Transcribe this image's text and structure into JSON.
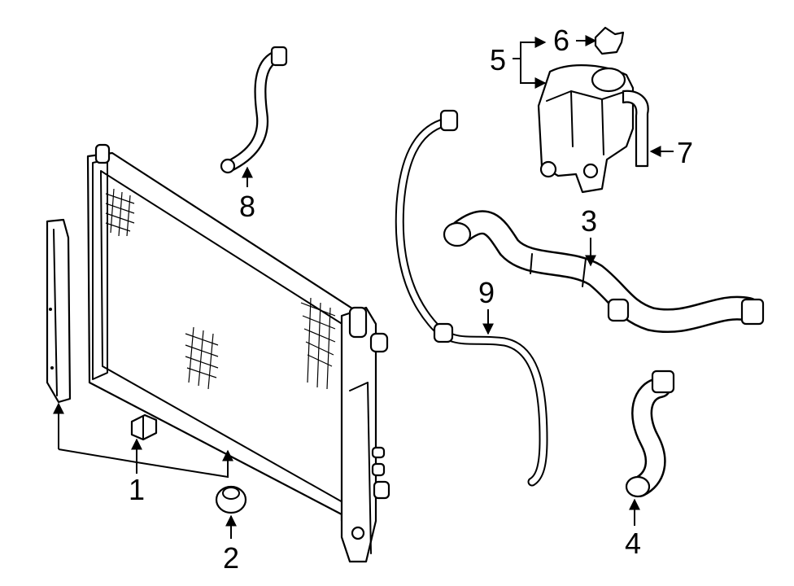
{
  "diagram": {
    "callouts": [
      {
        "id": "1",
        "label": "1"
      },
      {
        "id": "2",
        "label": "2"
      },
      {
        "id": "3",
        "label": "3"
      },
      {
        "id": "4",
        "label": "4"
      },
      {
        "id": "5",
        "label": "5"
      },
      {
        "id": "6",
        "label": "6"
      },
      {
        "id": "7",
        "label": "7"
      },
      {
        "id": "8",
        "label": "8"
      },
      {
        "id": "9",
        "label": "9"
      }
    ]
  }
}
